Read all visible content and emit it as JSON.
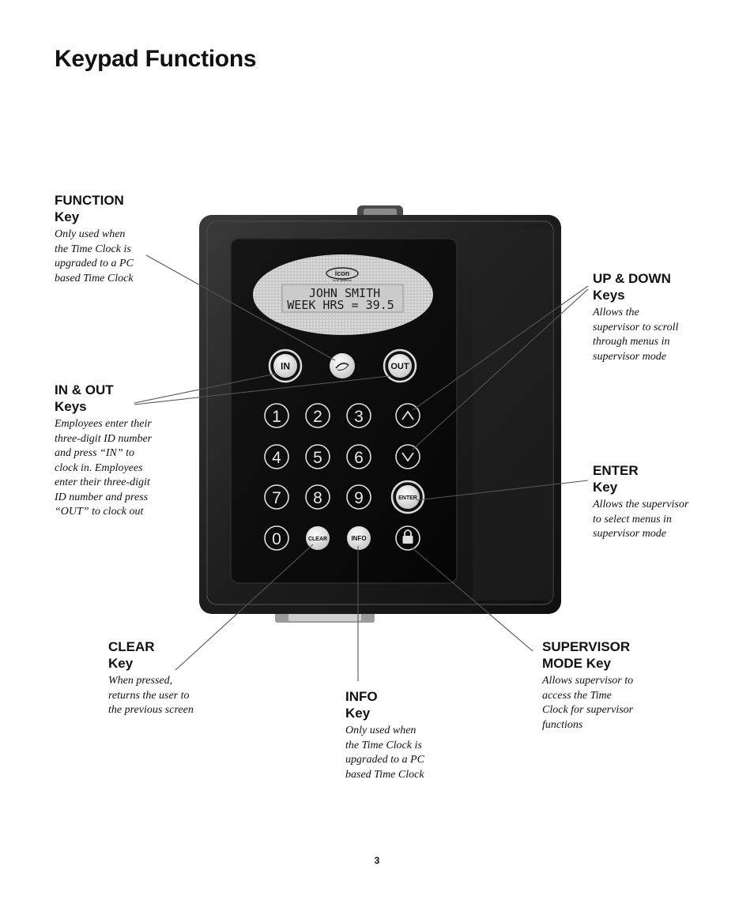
{
  "page": {
    "title": "Keypad Functions",
    "page_number": "3"
  },
  "callouts": {
    "function_key": {
      "heading1": "FUNCTION",
      "heading2": "Key",
      "description": [
        "Only used when",
        "the Time Clock is",
        "upgraded to a PC",
        "based Time Clock"
      ]
    },
    "in_out_keys": {
      "heading1": "IN & OUT",
      "heading2": "Keys",
      "description": [
        "Employees enter their",
        "three-digit ID number",
        "and press “IN” to",
        "clock in.  Employees",
        "enter their three-digit",
        "ID number and press",
        "“OUT” to clock out"
      ]
    },
    "up_down_keys": {
      "heading1": "UP & DOWN",
      "heading2": "Keys",
      "description": [
        "Allows the",
        "supervisor to scroll",
        "through menus in",
        "supervisor mode"
      ]
    },
    "enter_key": {
      "heading1": "ENTER",
      "heading2": "Key",
      "description": [
        "Allows the supervisor",
        "to select menus in",
        "supervisor mode"
      ]
    },
    "clear_key": {
      "heading1": "CLEAR",
      "heading2": "Key",
      "description": [
        "When pressed,",
        "returns the user to",
        "the previous screen"
      ]
    },
    "info_key": {
      "heading1": "INFO",
      "heading2": "Key",
      "description": [
        "Only used when",
        "the Time Clock is",
        "upgraded to a PC",
        "based Time Clock"
      ]
    },
    "supervisor_mode_key": {
      "heading1": "SUPERVISOR",
      "heading2": "MODE Key",
      "description": [
        "Allows supervisor to",
        "access the Time",
        "Clock for supervisor",
        "functions"
      ]
    }
  },
  "device": {
    "brand": "icon",
    "brand_sub": "time systems",
    "display": {
      "line1": "JOHN SMITH",
      "line2": "WEEK HRS = 39.5"
    },
    "keys": {
      "in": "IN",
      "out": "OUT",
      "enter": "ENTER",
      "clear": "CLEAR",
      "info": "INFO",
      "digits": [
        "1",
        "2",
        "3",
        "4",
        "5",
        "6",
        "7",
        "8",
        "9",
        "0"
      ]
    },
    "colors": {
      "body": "#1b1b1b",
      "face": "#0a0a0a",
      "lcd": "#c9c9c9",
      "key_light": "#e6e6e6"
    }
  }
}
